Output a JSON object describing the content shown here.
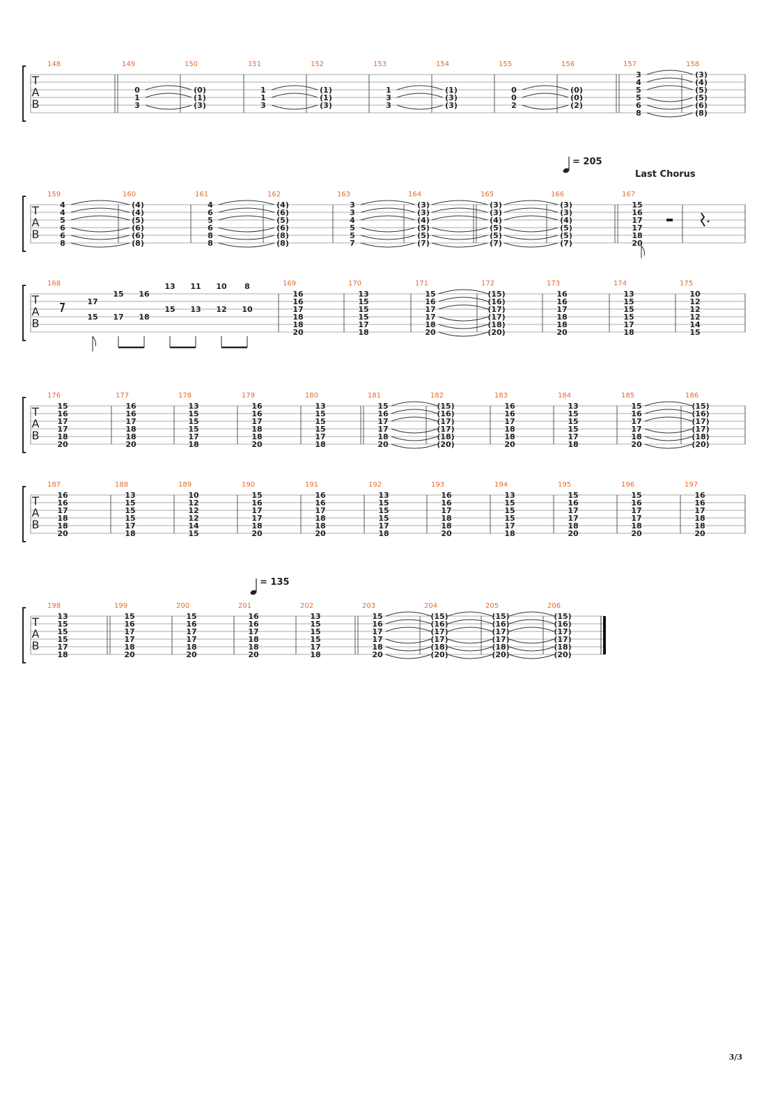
{
  "page": {
    "number": "3/3"
  },
  "tab_clef": [
    "T",
    "A",
    "B"
  ],
  "tempo_marks": [
    {
      "value": "= 205",
      "system": 1
    },
    {
      "value": "= 135",
      "system": 5
    }
  ],
  "section_marks": [
    {
      "text": "Last Chorus",
      "system": 1
    }
  ],
  "systems": [
    {
      "measures": [
        {
          "number": "148",
          "beats": []
        },
        {
          "number": "149",
          "repeat_start": true,
          "tie": true,
          "beats": [
            {
              "strings": {
                "2": "0",
                "3": "1",
                "4": "3"
              }
            }
          ]
        },
        {
          "number": "150",
          "beats": [
            {
              "strings": {
                "2": "(0)",
                "3": "(1)",
                "4": "(3)"
              }
            }
          ]
        },
        {
          "number": "151",
          "tie": true,
          "beats": [
            {
              "strings": {
                "2": "1",
                "3": "1",
                "4": "3"
              }
            }
          ]
        },
        {
          "number": "152",
          "beats": [
            {
              "strings": {
                "2": "(1)",
                "3": "(1)",
                "4": "(3)"
              }
            }
          ]
        },
        {
          "number": "153",
          "tie": true,
          "beats": [
            {
              "strings": {
                "2": "1",
                "3": "3",
                "4": "3"
              }
            }
          ]
        },
        {
          "number": "154",
          "beats": [
            {
              "strings": {
                "2": "(1)",
                "3": "(3)",
                "4": "(3)"
              }
            }
          ]
        },
        {
          "number": "155",
          "tie": true,
          "beats": [
            {
              "strings": {
                "2": "0",
                "3": "0",
                "4": "2"
              }
            }
          ]
        },
        {
          "number": "156",
          "beats": [
            {
              "strings": {
                "2": "(0)",
                "3": "(0)",
                "4": "(2)"
              }
            }
          ]
        },
        {
          "number": "157",
          "repeat_start": true,
          "tie": true,
          "beats": [
            {
              "strings": {
                "0": "3",
                "1": "4",
                "2": "5",
                "3": "5",
                "4": "6",
                "5": "8"
              }
            }
          ]
        },
        {
          "number": "158",
          "beats": [
            {
              "strings": {
                "0": "(3)",
                "1": "(4)",
                "2": "(5)",
                "3": "(5)",
                "4": "(6)",
                "5": "(8)"
              }
            }
          ]
        }
      ]
    },
    {
      "measures": [
        {
          "number": "159",
          "tie": true,
          "beats": [
            {
              "strings": {
                "0": "4",
                "1": "4",
                "2": "5",
                "3": "6",
                "4": "6",
                "5": "8"
              }
            }
          ]
        },
        {
          "number": "160",
          "beats": [
            {
              "strings": {
                "0": "(4)",
                "1": "(4)",
                "2": "(5)",
                "3": "(6)",
                "4": "(6)",
                "5": "(8)"
              }
            }
          ]
        },
        {
          "number": "161",
          "tie": true,
          "beats": [
            {
              "strings": {
                "0": "4",
                "1": "6",
                "2": "5",
                "3": "6",
                "4": "8",
                "5": "8"
              }
            }
          ]
        },
        {
          "number": "162",
          "beats": [
            {
              "strings": {
                "0": "(4)",
                "1": "(6)",
                "2": "(5)",
                "3": "(6)",
                "4": "(8)",
                "5": "(8)"
              }
            }
          ]
        },
        {
          "number": "163",
          "tie": true,
          "beats": [
            {
              "strings": {
                "0": "3",
                "1": "3",
                "2": "4",
                "3": "5",
                "4": "5",
                "5": "7"
              }
            }
          ]
        },
        {
          "number": "164",
          "tie": true,
          "beats": [
            {
              "strings": {
                "0": "(3)",
                "1": "(3)",
                "2": "(4)",
                "3": "(5)",
                "4": "(5)",
                "5": "(7)"
              }
            }
          ]
        },
        {
          "number": "165",
          "repeat_start": true,
          "tie": true,
          "beats": [
            {
              "strings": {
                "0": "(3)",
                "1": "(3)",
                "2": "(4)",
                "3": "(5)",
                "4": "(5)",
                "5": "(7)"
              }
            }
          ]
        },
        {
          "number": "166",
          "beats": [
            {
              "strings": {
                "0": "(3)",
                "1": "(3)",
                "2": "(4)",
                "3": "(5)",
                "4": "(5)",
                "5": "(7)"
              }
            }
          ]
        },
        {
          "number": "167",
          "repeat_start": true,
          "rests": true,
          "beats": [
            {
              "strings": {
                "0": "15",
                "1": "16",
                "2": "17",
                "3": "17",
                "4": "18",
                "5": "20"
              }
            }
          ]
        }
      ]
    },
    {
      "measures": [
        {
          "number": "168",
          "lead": true,
          "beats": []
        },
        {
          "number": "169",
          "beats": [
            {
              "strings": {
                "0": "16",
                "1": "16",
                "2": "17",
                "3": "18",
                "4": "18",
                "5": "20"
              }
            }
          ]
        },
        {
          "number": "170",
          "beats": [
            {
              "strings": {
                "0": "13",
                "1": "15",
                "2": "15",
                "3": "15",
                "4": "17",
                "5": "18"
              }
            }
          ]
        },
        {
          "number": "171",
          "tie": true,
          "beats": [
            {
              "strings": {
                "0": "15",
                "1": "16",
                "2": "17",
                "3": "17",
                "4": "18",
                "5": "20"
              }
            }
          ]
        },
        {
          "number": "172",
          "beats": [
            {
              "strings": {
                "0": "(15)",
                "1": "(16)",
                "2": "(17)",
                "3": "(17)",
                "4": "(18)",
                "5": "(20)"
              }
            }
          ]
        },
        {
          "number": "173",
          "beats": [
            {
              "strings": {
                "0": "16",
                "1": "16",
                "2": "17",
                "3": "18",
                "4": "18",
                "5": "20"
              }
            }
          ]
        },
        {
          "number": "174",
          "beats": [
            {
              "strings": {
                "0": "13",
                "1": "15",
                "2": "15",
                "3": "15",
                "4": "17",
                "5": "18"
              }
            }
          ]
        },
        {
          "number": "175",
          "beats": [
            {
              "strings": {
                "0": "10",
                "1": "12",
                "2": "12",
                "3": "12",
                "4": "14",
                "5": "15"
              }
            }
          ]
        }
      ]
    },
    {
      "measures": [
        {
          "number": "176",
          "beats": [
            {
              "strings": {
                "0": "15",
                "1": "16",
                "2": "17",
                "3": "17",
                "4": "18",
                "5": "20"
              }
            }
          ]
        },
        {
          "number": "177",
          "beats": [
            {
              "strings": {
                "0": "16",
                "1": "16",
                "2": "17",
                "3": "18",
                "4": "18",
                "5": "20"
              }
            }
          ]
        },
        {
          "number": "178",
          "beats": [
            {
              "strings": {
                "0": "13",
                "1": "15",
                "2": "15",
                "3": "15",
                "4": "17",
                "5": "18"
              }
            }
          ]
        },
        {
          "number": "179",
          "beats": [
            {
              "strings": {
                "0": "16",
                "1": "16",
                "2": "17",
                "3": "18",
                "4": "18",
                "5": "20"
              }
            }
          ]
        },
        {
          "number": "180",
          "beats": [
            {
              "strings": {
                "0": "13",
                "1": "15",
                "2": "15",
                "3": "15",
                "4": "17",
                "5": "18"
              }
            }
          ]
        },
        {
          "number": "181",
          "repeat_start": true,
          "tie": true,
          "beats": [
            {
              "strings": {
                "0": "15",
                "1": "16",
                "2": "17",
                "3": "17",
                "4": "18",
                "5": "20"
              }
            }
          ]
        },
        {
          "number": "182",
          "beats": [
            {
              "strings": {
                "0": "(15)",
                "1": "(16)",
                "2": "(17)",
                "3": "(17)",
                "4": "(18)",
                "5": "(20)"
              }
            }
          ]
        },
        {
          "number": "183",
          "beats": [
            {
              "strings": {
                "0": "16",
                "1": "16",
                "2": "17",
                "3": "18",
                "4": "18",
                "5": "20"
              }
            }
          ]
        },
        {
          "number": "184",
          "beats": [
            {
              "strings": {
                "0": "13",
                "1": "15",
                "2": "15",
                "3": "15",
                "4": "17",
                "5": "18"
              }
            }
          ]
        },
        {
          "number": "185",
          "tie": true,
          "beats": [
            {
              "strings": {
                "0": "15",
                "1": "16",
                "2": "17",
                "3": "17",
                "4": "18",
                "5": "20"
              }
            }
          ]
        },
        {
          "number": "186",
          "beats": [
            {
              "strings": {
                "0": "(15)",
                "1": "(16)",
                "2": "(17)",
                "3": "(17)",
                "4": "(18)",
                "5": "(20)"
              }
            }
          ]
        }
      ]
    },
    {
      "measures": [
        {
          "number": "187",
          "beats": [
            {
              "strings": {
                "0": "16",
                "1": "16",
                "2": "17",
                "3": "18",
                "4": "18",
                "5": "20"
              }
            }
          ]
        },
        {
          "number": "188",
          "beats": [
            {
              "strings": {
                "0": "13",
                "1": "15",
                "2": "15",
                "3": "15",
                "4": "17",
                "5": "18"
              }
            }
          ]
        },
        {
          "number": "189",
          "beats": [
            {
              "strings": {
                "0": "10",
                "1": "12",
                "2": "12",
                "3": "12",
                "4": "14",
                "5": "15"
              }
            }
          ]
        },
        {
          "number": "190",
          "beats": [
            {
              "strings": {
                "0": "15",
                "1": "16",
                "2": "17",
                "3": "17",
                "4": "18",
                "5": "20"
              }
            }
          ]
        },
        {
          "number": "191",
          "beats": [
            {
              "strings": {
                "0": "16",
                "1": "16",
                "2": "17",
                "3": "18",
                "4": "18",
                "5": "20"
              }
            }
          ]
        },
        {
          "number": "192",
          "beats": [
            {
              "strings": {
                "0": "13",
                "1": "15",
                "2": "15",
                "3": "15",
                "4": "17",
                "5": "18"
              }
            }
          ]
        },
        {
          "number": "193",
          "beats": [
            {
              "strings": {
                "0": "16",
                "1": "16",
                "2": "17",
                "3": "18",
                "4": "18",
                "5": "20"
              }
            }
          ]
        },
        {
          "number": "194",
          "beats": [
            {
              "strings": {
                "0": "13",
                "1": "15",
                "2": "15",
                "3": "15",
                "4": "17",
                "5": "18"
              }
            }
          ]
        },
        {
          "number": "195",
          "beats": [
            {
              "strings": {
                "0": "15",
                "1": "16",
                "2": "17",
                "3": "17",
                "4": "18",
                "5": "20"
              }
            }
          ]
        },
        {
          "number": "196",
          "beats": [
            {
              "strings": {
                "0": "15",
                "1": "16",
                "2": "17",
                "3": "17",
                "4": "18",
                "5": "20"
              }
            }
          ]
        },
        {
          "number": "197",
          "beats": [
            {
              "strings": {
                "0": "16",
                "1": "16",
                "2": "17",
                "3": "18",
                "4": "18",
                "5": "20"
              }
            }
          ]
        }
      ]
    },
    {
      "measures": [
        {
          "number": "198",
          "beats": [
            {
              "strings": {
                "0": "13",
                "1": "15",
                "2": "15",
                "3": "15",
                "4": "17",
                "5": "18"
              }
            }
          ]
        },
        {
          "number": "199",
          "repeat_start": true,
          "beats": [
            {
              "strings": {
                "0": "15",
                "1": "16",
                "2": "17",
                "3": "17",
                "4": "18",
                "5": "20"
              }
            }
          ]
        },
        {
          "number": "200",
          "beats": [
            {
              "strings": {
                "0": "15",
                "1": "16",
                "2": "17",
                "3": "17",
                "4": "18",
                "5": "20"
              }
            }
          ]
        },
        {
          "number": "201",
          "beats": [
            {
              "strings": {
                "0": "16",
                "1": "16",
                "2": "17",
                "3": "18",
                "4": "18",
                "5": "20"
              }
            }
          ]
        },
        {
          "number": "202",
          "beats": [
            {
              "strings": {
                "0": "13",
                "1": "15",
                "2": "15",
                "3": "15",
                "4": "17",
                "5": "18"
              }
            }
          ]
        },
        {
          "number": "203",
          "repeat_start": true,
          "tie": true,
          "beats": [
            {
              "strings": {
                "0": "15",
                "1": "16",
                "2": "17",
                "3": "17",
                "4": "18",
                "5": "20"
              }
            }
          ]
        },
        {
          "number": "204",
          "tie": true,
          "beats": [
            {
              "strings": {
                "0": "(15)",
                "1": "(16)",
                "2": "(17)",
                "3": "(17)",
                "4": "(18)",
                "5": "(20)"
              }
            }
          ]
        },
        {
          "number": "205",
          "tie": true,
          "beats": [
            {
              "strings": {
                "0": "(15)",
                "1": "(16)",
                "2": "(17)",
                "3": "(17)",
                "4": "(18)",
                "5": "(20)"
              }
            }
          ]
        },
        {
          "number": "206",
          "beats": [
            {
              "strings": {
                "0": "(15)",
                "1": "(16)",
                "2": "(17)",
                "3": "(17)",
                "4": "(18)",
                "5": "(20)"
              }
            }
          ]
        }
      ]
    }
  ],
  "lead_notes_168": [
    {
      "fret": "17",
      "string": 1
    },
    {
      "fret": "15",
      "string": 3
    },
    {
      "fret": "15",
      "string": 0
    },
    {
      "fret": "17",
      "string": 3
    },
    {
      "fret": "16",
      "string": 0
    },
    {
      "fret": "18",
      "string": 3
    },
    {
      "fret": "13",
      "string": 0
    },
    {
      "fret": "15",
      "string": 2
    },
    {
      "fret": "11",
      "string": 0
    },
    {
      "fret": "13",
      "string": 2
    },
    {
      "fret": "10",
      "string": 0
    },
    {
      "fret": "12",
      "string": 2
    },
    {
      "fret": "8",
      "string": 0
    },
    {
      "fret": "10",
      "string": 2
    }
  ]
}
